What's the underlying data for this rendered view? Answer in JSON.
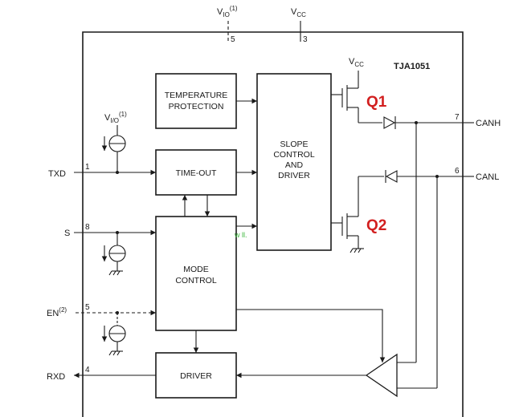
{
  "chip_name": "TJA1051",
  "blocks": {
    "temperature_protection": [
      "TEMPERATURE",
      "PROTECTION"
    ],
    "time_out": "TIME-OUT",
    "mode_control": [
      "MODE",
      "CONTROL"
    ],
    "driver": "DRIVER",
    "slope_control": [
      "SLOPE",
      "CONTROL",
      "AND",
      "DRIVER"
    ]
  },
  "pins": {
    "vio": {
      "name": "V",
      "sub": "IO",
      "sup": "(1)",
      "number": "5"
    },
    "vcc": {
      "name": "V",
      "sub": "CC",
      "number": "3"
    },
    "txd": {
      "name": "TXD",
      "number": "1"
    },
    "s": {
      "name": "S",
      "number": "8"
    },
    "en": {
      "name": "EN",
      "sup": "(2)",
      "number": "5"
    },
    "rxd": {
      "name": "RXD",
      "number": "4"
    },
    "canh": {
      "name": "CANH",
      "number": "7"
    },
    "canl": {
      "name": "CANL",
      "number": "6"
    }
  },
  "inner_labels": {
    "vio_bias": {
      "name": "V",
      "sub": "I/O",
      "sup": "(1)"
    },
    "vcc_top": {
      "name": "V",
      "sub": "CC"
    }
  },
  "transistors": {
    "q1": "Q1",
    "q2": "Q2"
  },
  "watermark": "w  ll."
}
